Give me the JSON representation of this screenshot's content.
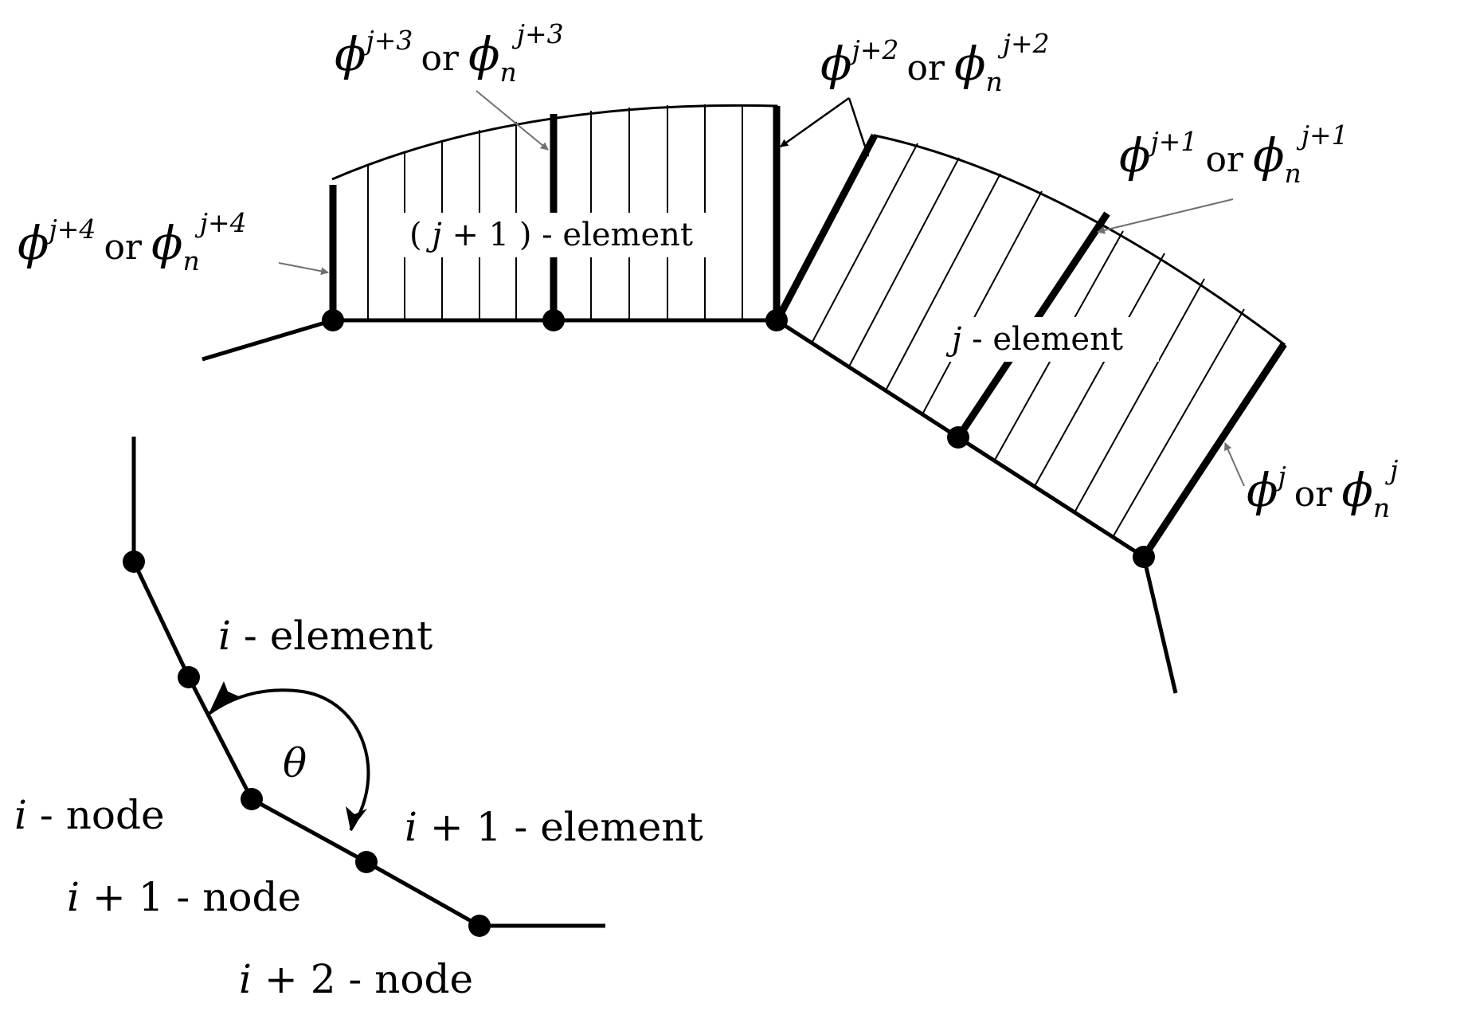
{
  "colors": {
    "ink": "#000000",
    "leader": "#707070",
    "background": "#ffffff"
  },
  "labels": {
    "i_element": {
      "var": "i",
      "text": "- element"
    },
    "i1_element": {
      "var": "i",
      "text": "+ 1 - element"
    },
    "i_node": {
      "var": "i",
      "text": "- node"
    },
    "i1_node": {
      "var": "i",
      "text": "+ 1 - node"
    },
    "i2_node": {
      "var": "i",
      "text": "+ 2 - node"
    },
    "theta": "θ",
    "j_element": {
      "var": "j",
      "text": "- element"
    },
    "j1_element": {
      "open": "(",
      "var": "j",
      "text": "+ 1 ) - element"
    }
  },
  "phi_labels": {
    "or_word": "or",
    "phi": "ϕ",
    "n": "n",
    "j": {
      "sup": "j"
    },
    "j1": {
      "sup": "j+1"
    },
    "j2": {
      "sup": "j+2"
    },
    "j3": {
      "sup": "j+3"
    },
    "j4": {
      "sup": "j+4"
    }
  }
}
